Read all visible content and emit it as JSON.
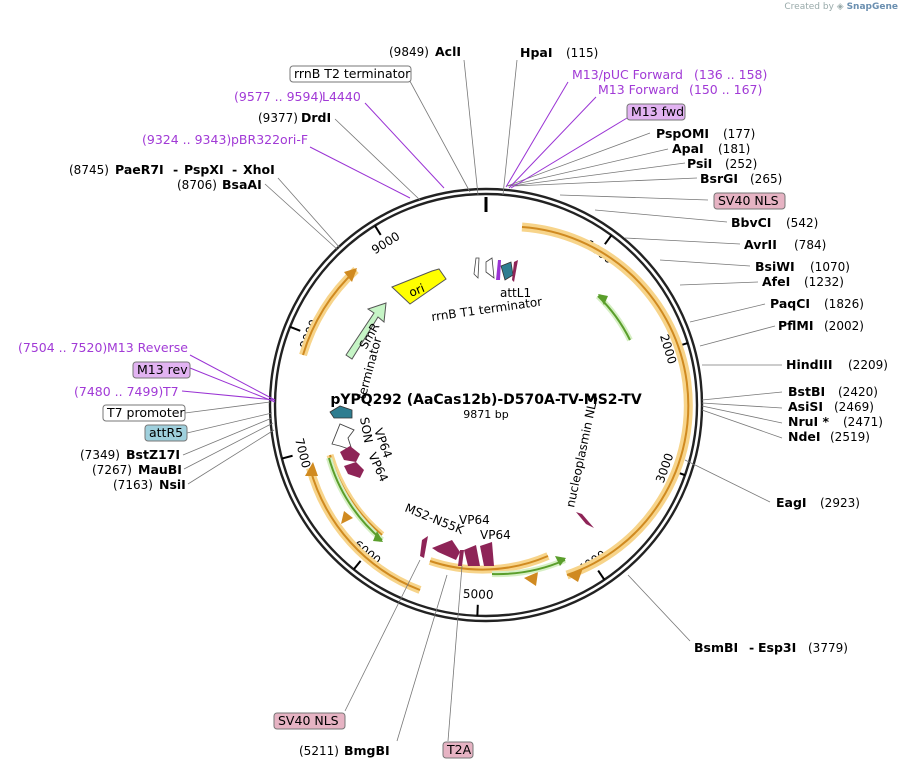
{
  "credit": {
    "created_by": "Created by",
    "brand": "SnapGene"
  },
  "plasmid": {
    "name": "pYPQ292 (AaCas12b)-D570A-TV-MS2-TV",
    "size": "9871 bp"
  },
  "ticks": [
    {
      "label": "1000",
      "bp": 1000
    },
    {
      "label": "2000",
      "bp": 2000
    },
    {
      "label": "3000",
      "bp": 3000
    },
    {
      "label": "4000",
      "bp": 4000
    },
    {
      "label": "5000",
      "bp": 5000
    },
    {
      "label": "6000",
      "bp": 6000
    },
    {
      "label": "7000",
      "bp": 7000
    },
    {
      "label": "8000",
      "bp": 8000
    },
    {
      "label": "9000",
      "bp": 9000
    }
  ],
  "right_sites": [
    {
      "name": "HpaI",
      "pos": "(115)",
      "bp": 115
    },
    {
      "name": "PspOMI",
      "pos": "(177)",
      "bp": 177
    },
    {
      "name": "ApaI",
      "pos": "(181)",
      "bp": 181
    },
    {
      "name": "PsiI",
      "pos": "(252)",
      "bp": 252
    },
    {
      "name": "BsrGI",
      "pos": "(265)",
      "bp": 265
    },
    {
      "name": "BbvCI",
      "pos": "(542)",
      "bp": 542
    },
    {
      "name": "AvrII",
      "pos": "(784)",
      "bp": 784
    },
    {
      "name": "BsiWI",
      "pos": "(1070)",
      "bp": 1070
    },
    {
      "name": "AfeI",
      "pos": "(1232)",
      "bp": 1232
    },
    {
      "name": "PaqCI",
      "pos": "(1826)",
      "bp": 1826
    },
    {
      "name": "PflMI",
      "pos": "(2002)",
      "bp": 2002
    },
    {
      "name": "HindIII",
      "pos": "(2209)",
      "bp": 2209
    },
    {
      "name": "BstBI",
      "pos": "(2420)",
      "bp": 2420
    },
    {
      "name": "AsiSI",
      "pos": "(2469)",
      "bp": 2469
    },
    {
      "name": "NruI *",
      "pos": "(2471)",
      "bp": 2471
    },
    {
      "name": "NdeI",
      "pos": "(2519)",
      "bp": 2519
    },
    {
      "name": "EagI",
      "pos": "(2923)",
      "bp": 2923
    },
    {
      "name": "BsmBI",
      "name2": "Esp3I",
      "pos": "(3779)",
      "bp": 3779
    }
  ],
  "left_sites": [
    {
      "name": "AclI",
      "pos": "(9849)",
      "bp": 9849
    },
    {
      "name": "DrdI",
      "pos": "(9377)",
      "bp": 9377
    },
    {
      "name": "PaeR7I",
      "name2": "PspXI",
      "name3": "XhoI",
      "pos": "(8745)",
      "bp": 8745
    },
    {
      "name": "BsaAI",
      "pos": "(8706)",
      "bp": 8706
    },
    {
      "name": "BstZ17I",
      "pos": "(7349)",
      "bp": 7349
    },
    {
      "name": "MauBI",
      "pos": "(7267)",
      "bp": 7267
    },
    {
      "name": "NsiI",
      "pos": "(7163)",
      "bp": 7163
    },
    {
      "name": "BmgBI",
      "pos": "(5211)",
      "bp": 5211
    }
  ],
  "primers": [
    {
      "name": "M13/pUC Forward",
      "pos": "(136 .. 158)"
    },
    {
      "name": "M13 Forward",
      "pos": "(150 .. 167)"
    },
    {
      "name": "L4440",
      "pos": "(9577 .. 9594)"
    },
    {
      "name": "pBR322ori-F",
      "pos": "(9324 .. 9343)"
    },
    {
      "name": "M13 Reverse",
      "pos": "(7504 .. 7520)"
    },
    {
      "name": "T7",
      "pos": "(7480 .. 7499)"
    }
  ],
  "boxed_labels": {
    "rrnb_t2": "rrnB T2 terminator",
    "m13_fwd": "M13 fwd",
    "sv40_nls_top": "SV40 NLS",
    "m13_rev": "M13 rev",
    "t7_promoter": "T7 promoter",
    "attr5": "attR5",
    "sv40_nls_bottom": "SV40 NLS",
    "t2a": "T2A"
  },
  "inner_features": {
    "ori": "ori",
    "smr": "SmR",
    "attl1": "attL1",
    "rrnb_t1": "rrnB T1 terminator",
    "terminator": "terminator",
    "son": "SON",
    "vp64_a": "VP64",
    "vp64_b": "VP64",
    "nucleoplasmin": "nucleoplasmin NLS",
    "ms2": "MS2-N55K",
    "vp64_c": "VP64",
    "vp64_d": "VP64"
  },
  "colors": {
    "backbone": "#222222",
    "cds_orange": "#f2b84b",
    "green": "#5a9e2b",
    "yellow": "#ffff00",
    "smr_green": "#c6f5c6",
    "vp64_maroon": "#8e2457",
    "attr_teal": "#2e7d90",
    "primer_purple": "#a13ad6",
    "nls_pink": "#e6b3c3",
    "attr5_fill": "#9fd0dd",
    "m13_fill": "#e2b3f2"
  }
}
